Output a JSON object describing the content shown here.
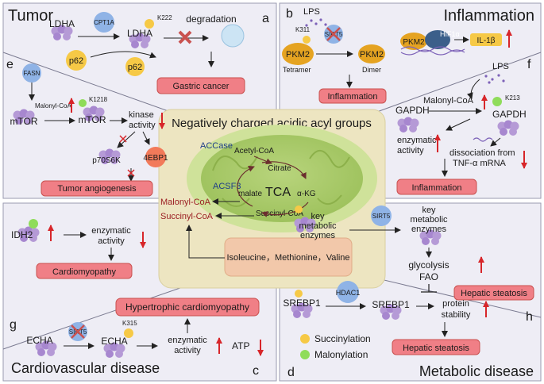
{
  "center": {
    "title": "Negatively charged acidic acyl groups",
    "tca": "TCA",
    "accase": "ACCase",
    "acetyl_coa": "Acetyl-CoA",
    "citrate": "Citrate",
    "acsf3": "ACSF3",
    "malate": "malate",
    "akg": "α-KG",
    "succinyl_coa_inner": "Succinyl-CoA",
    "malonyl_coa": "Malonyl-CoA",
    "succinyl_coa": "Succinyl-CoA",
    "amino_acids": "Isoleucine，Methionine，Valine"
  },
  "tumor": {
    "title": "Tumor",
    "letter_a": "a",
    "ldha": "LDHA",
    "cpt1a": "CPT1A",
    "ldha2": "LDHA",
    "k222": "K222",
    "degradation": "degradation",
    "p62": "p62",
    "p62b": "p62",
    "gastric": "Gastric cancer",
    "letter_e": "e",
    "fasn": "FASN",
    "malonyl": "Malonyl-CoA",
    "mtor": "mTOR",
    "mtor2": "mTOR",
    "k1218": "K1218",
    "kinase": "kinase",
    "activity": "activity",
    "p70": "p70S6K",
    "ebp": "4EBP1",
    "angio": "Tumor angiogenesis"
  },
  "inflammation": {
    "title": "Inflammation",
    "letter_b": "b",
    "lps": "LPS",
    "k311": "K311",
    "sirt5": "SIRT5",
    "pkm2": "PKM2",
    "tetramer": "Tetramer",
    "pkm2b": "PKM2",
    "dimer": "Dimer",
    "pkm2c": "PKM2",
    "hif": "HIF1α",
    "il1b": "IL-1β",
    "infl1": "Inflammation",
    "letter_f": "f",
    "lps2": "LPS",
    "gapdh": "GAPDH",
    "malonyl": "Malonyl-CoA",
    "k213": "K213",
    "gapdh2": "GAPDH",
    "enz1": "enzymatic",
    "enz2": "activity",
    "diss1": "dissociation from",
    "diss2": "TNF-α mRNA",
    "infl2": "Inflammation"
  },
  "cardio": {
    "idh2": "IDH2",
    "enz1": "enzymatic",
    "enz2": "activity",
    "cardiomyopathy": "Cardiomyopathy",
    "letter_g": "g",
    "hyper": "Hypertrophic cardiomyopathy",
    "sirt5": "SIRT5",
    "echa": "ECHA",
    "echa2": "ECHA",
    "k315": "K315",
    "enz3": "enzymatic",
    "enz4": "activity",
    "atp": "ATP",
    "title": "Cardiovascular disease",
    "letter_c": "c"
  },
  "metabolic": {
    "key1": "key",
    "key2": "metabolic",
    "key3": "enzymes",
    "sirt5": "SIRT5",
    "kkey1": "key",
    "kkey2": "metabolic",
    "kkey3": "enzymes",
    "glycolysis": "glycolysis",
    "fao": "FAO",
    "steatosis1": "Hepatic steatosis",
    "srebp1": "SREBP1",
    "hdac1": "HDAC1",
    "srebp1b": "SREBP1",
    "protein": "protein",
    "stability": "stability",
    "steatosis2": "Hepatic steatosis",
    "letter_h": "h",
    "succ": "Succinylation",
    "malon": "Malonylation",
    "letter_d": "d",
    "title": "Metabolic disease"
  },
  "colors": {
    "panel": "#eeedf5",
    "center": "#ede5c1",
    "mito_outer": "#cfe29a",
    "mito_inner": "#a9c96a",
    "disease_box": "#f07f86",
    "protein": "#b59ad6",
    "succinyl_dot": "#f6c946",
    "malonyl_dot": "#8fdc5a",
    "red_arrow": "#d7262a",
    "blue_label": "#1f3e88"
  }
}
